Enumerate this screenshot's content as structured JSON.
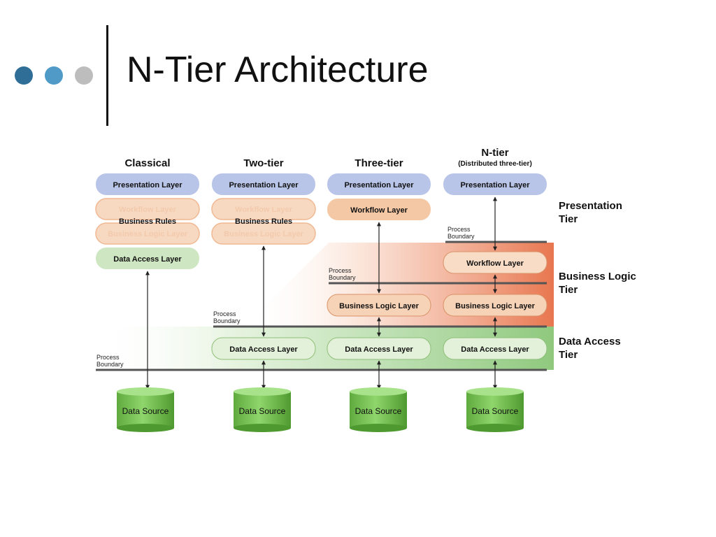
{
  "title": "N-Tier Architecture",
  "colors": {
    "dot1": "#2f6f97",
    "dot2": "#4f9ac7",
    "dot3": "#bdbdbd",
    "presentation": "#b9c5e8",
    "workflow": "#f4c8a5",
    "workflow_faded": "#f7d9c2",
    "data_access": "#cfe6c2",
    "business_tier_band": "#e8764f",
    "data_tier_band": "#8fc97e",
    "data_source": "#7bc85a"
  },
  "diagram": {
    "columns": {
      "classical": "Classical",
      "two_tier": "Two-tier",
      "three_tier": "Three-tier",
      "n_tier": "N-tier",
      "n_tier_sub": "(Distributed three-tier)"
    },
    "layers": {
      "presentation": "Presentation Layer",
      "workflow": "Workflow Layer",
      "business_rules": "Business Rules",
      "business_logic": "Business Logic Layer",
      "data_access": "Data Access Layer",
      "data_source": "Data Source"
    },
    "boundary": {
      "line1": "Process",
      "line2": "Boundary"
    },
    "tiers": {
      "presentation": [
        "Presentation",
        "Tier"
      ],
      "business_logic": [
        "Business Logic",
        "Tier"
      ],
      "data_access": [
        "Data Access",
        "Tier"
      ]
    }
  }
}
